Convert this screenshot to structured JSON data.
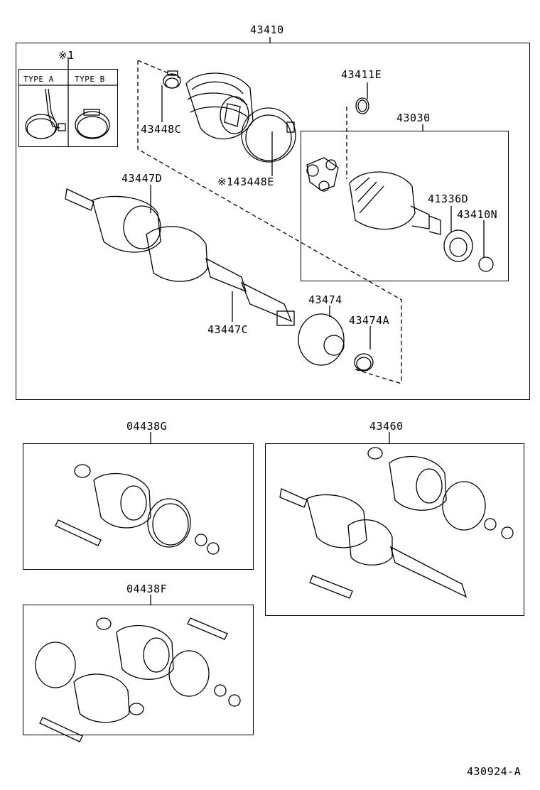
{
  "labels": {
    "main_assembly": "43410",
    "note_mark": "※1",
    "type_a": "TYPE A",
    "type_b": "TYPE B",
    "clamp_inner": "43448C",
    "boot_kit_note": "※143448E",
    "snap_ring": "43411E",
    "inboard_joint": "43030",
    "seal": "41336D",
    "ring": "43410N",
    "outboard_joint": "43447D",
    "shaft": "43447C",
    "damper": "43474",
    "damper_clamp": "43474A",
    "kit_g": "04438G",
    "kit_f": "04438F",
    "assembly_alt": "43460",
    "diagram_code": "430924-A"
  }
}
